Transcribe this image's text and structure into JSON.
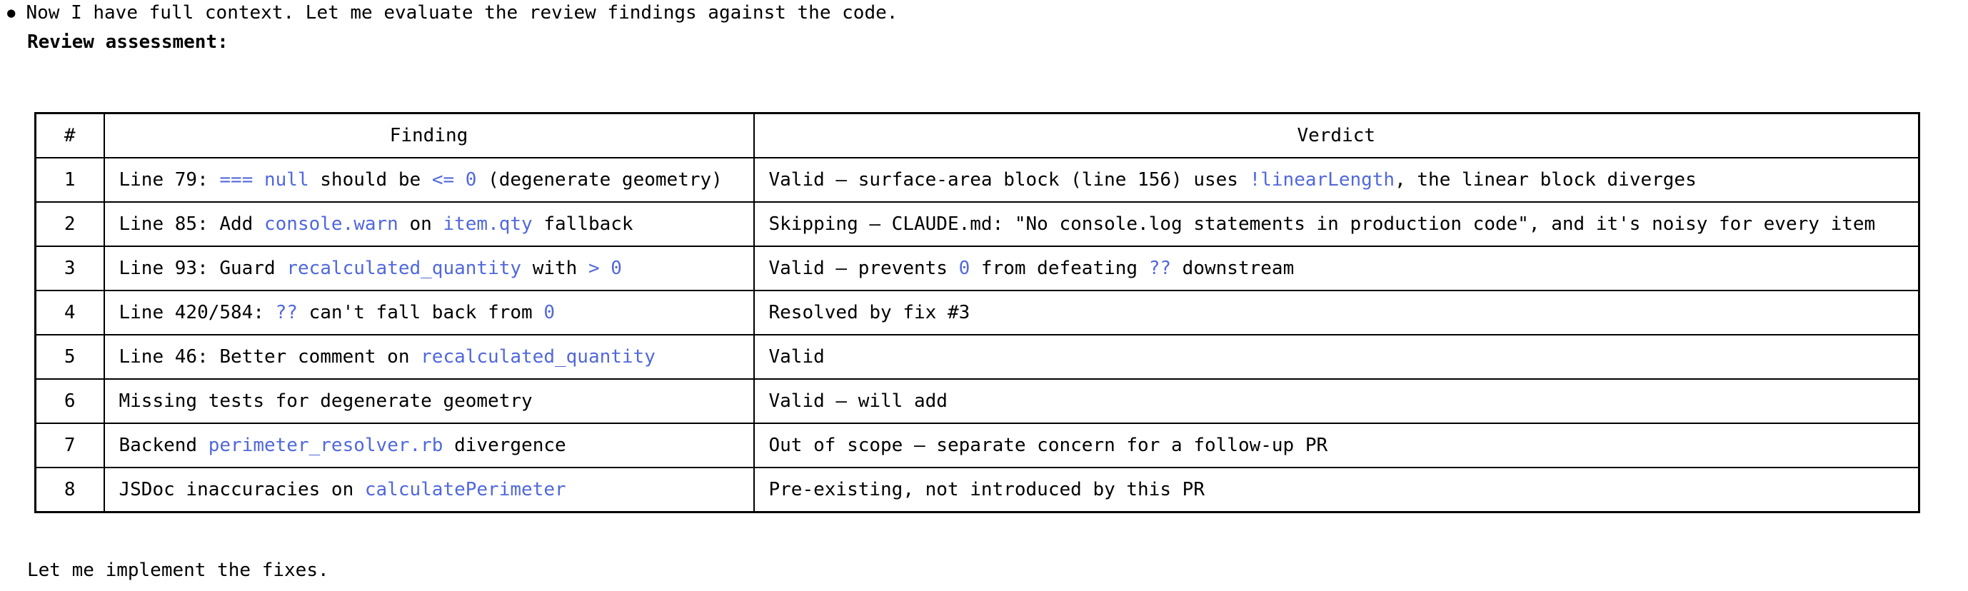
{
  "page": {
    "bullet": "●",
    "intro": "Now I have full context. Let me evaluate the review findings against the code.",
    "heading": "Review assessment:",
    "footer": "Let me implement the fixes."
  },
  "colors": {
    "text": "#000000",
    "code": "#5168db",
    "border": "#000000",
    "background": "#ffffff"
  },
  "table": {
    "headers": [
      "#",
      "Finding",
      "Verdict"
    ],
    "rows": [
      {
        "num": "1",
        "finding": [
          {
            "t": "Line 79: "
          },
          {
            "t": "=== null",
            "c": true
          },
          {
            "t": " should be "
          },
          {
            "t": "<= 0",
            "c": true
          },
          {
            "t": " (degenerate geometry)"
          }
        ],
        "verdict": [
          {
            "t": "Valid — surface-area block (line 156) uses "
          },
          {
            "t": "!linearLength",
            "c": true
          },
          {
            "t": ", the linear block diverges"
          }
        ]
      },
      {
        "num": "2",
        "finding": [
          {
            "t": "Line 85: Add "
          },
          {
            "t": "console.warn",
            "c": true
          },
          {
            "t": " on "
          },
          {
            "t": "item.qty",
            "c": true
          },
          {
            "t": " fallback"
          }
        ],
        "verdict": [
          {
            "t": "Skipping — CLAUDE.md: \"No console.log statements in production code\", and it's noisy for every item"
          }
        ]
      },
      {
        "num": "3",
        "finding": [
          {
            "t": "Line 93: Guard "
          },
          {
            "t": "recalculated_quantity",
            "c": true
          },
          {
            "t": " with "
          },
          {
            "t": "> 0",
            "c": true
          }
        ],
        "verdict": [
          {
            "t": "Valid — prevents "
          },
          {
            "t": "0",
            "c": true
          },
          {
            "t": " from defeating "
          },
          {
            "t": "??",
            "c": true
          },
          {
            "t": " downstream"
          }
        ]
      },
      {
        "num": "4",
        "finding": [
          {
            "t": "Line 420/584: "
          },
          {
            "t": "??",
            "c": true
          },
          {
            "t": " can't fall back from "
          },
          {
            "t": "0",
            "c": true
          }
        ],
        "verdict": [
          {
            "t": "Resolved by fix #3"
          }
        ]
      },
      {
        "num": "5",
        "finding": [
          {
            "t": "Line 46: Better comment on "
          },
          {
            "t": "recalculated_quantity",
            "c": true
          }
        ],
        "verdict": [
          {
            "t": "Valid"
          }
        ]
      },
      {
        "num": "6",
        "finding": [
          {
            "t": "Missing tests for degenerate geometry"
          }
        ],
        "verdict": [
          {
            "t": "Valid — will add"
          }
        ]
      },
      {
        "num": "7",
        "finding": [
          {
            "t": "Backend "
          },
          {
            "t": "perimeter_resolver.rb",
            "c": true
          },
          {
            "t": " divergence"
          }
        ],
        "verdict": [
          {
            "t": "Out of scope — separate concern for a follow-up PR"
          }
        ]
      },
      {
        "num": "8",
        "finding": [
          {
            "t": "JSDoc inaccuracies on "
          },
          {
            "t": "calculatePerimeter",
            "c": true
          }
        ],
        "verdict": [
          {
            "t": "Pre-existing, not introduced by this PR"
          }
        ]
      }
    ]
  }
}
